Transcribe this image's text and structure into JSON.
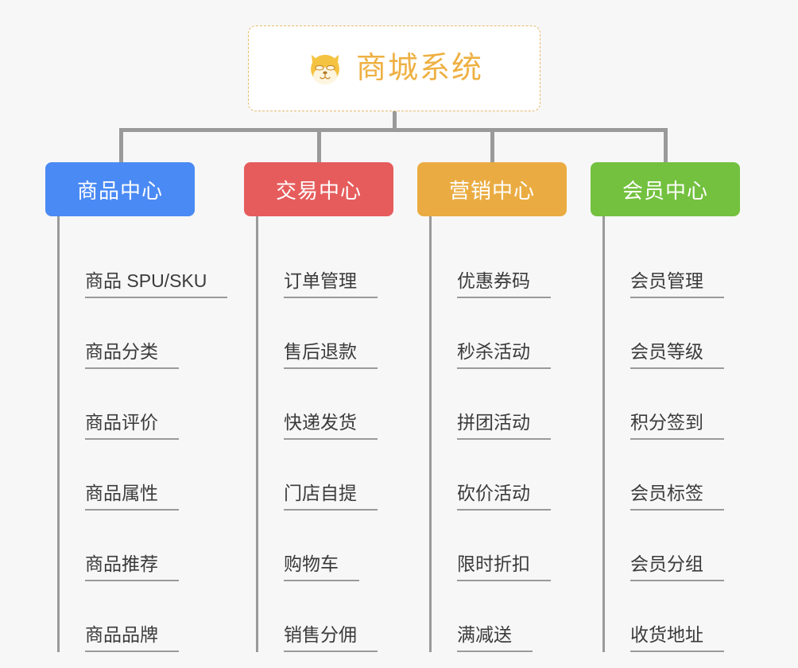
{
  "root": {
    "title": "商城系统",
    "icon": "shiba-dog-face-emoji",
    "title_color": "#eeb043",
    "border_color": "#e8b96a"
  },
  "connector_color": "#9a9a9a",
  "background_color": "#f7f7f7",
  "columns": [
    {
      "category": "商品中心",
      "color": "#4a8af4",
      "items": [
        "商品 SPU/SKU",
        "商品分类",
        "商品评价",
        "商品属性",
        "商品推荐",
        "商品品牌"
      ]
    },
    {
      "category": "交易中心",
      "color": "#e65c5c",
      "items": [
        "订单管理",
        "售后退款",
        "快递发货",
        "门店自提",
        "购物车",
        "销售分佣"
      ]
    },
    {
      "category": "营销中心",
      "color": "#eaac42",
      "items": [
        "优惠券码",
        "秒杀活动",
        "拼团活动",
        "砍价活动",
        "限时折扣",
        "满减送"
      ]
    },
    {
      "category": "会员中心",
      "color": "#73c13f",
      "items": [
        "会员管理",
        "会员等级",
        "积分签到",
        "会员标签",
        "会员分组",
        "收货地址"
      ]
    }
  ]
}
